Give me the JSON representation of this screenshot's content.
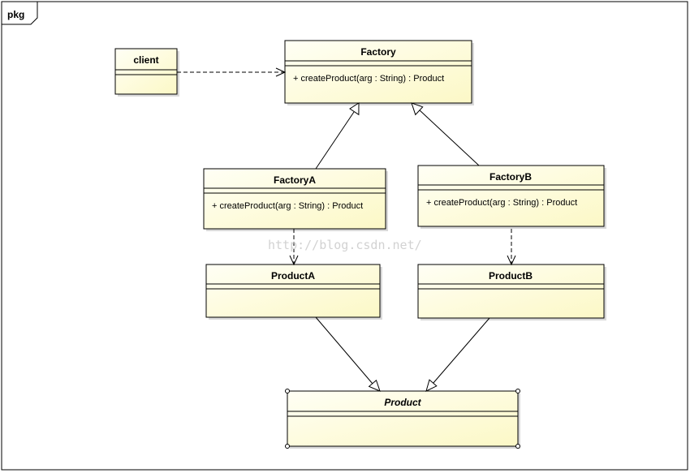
{
  "frame": {
    "label": "pkg"
  },
  "classes": {
    "client": {
      "name": "client",
      "operation": ""
    },
    "factory": {
      "name": "Factory",
      "operation": "+ createProduct(arg : String) : Product"
    },
    "factoryA": {
      "name": "FactoryA",
      "operation": "+ createProduct(arg : String) : Product"
    },
    "factoryB": {
      "name": "FactoryB",
      "operation": "+ createProduct(arg : String) : Product"
    },
    "productA": {
      "name": "ProductA",
      "operation": ""
    },
    "productB": {
      "name": "ProductB",
      "operation": ""
    },
    "product": {
      "name": "Product",
      "operation": "",
      "abstract": true
    }
  },
  "relations": [
    {
      "from": "client",
      "to": "Factory",
      "kind": "dependency"
    },
    {
      "from": "FactoryA",
      "to": "Factory",
      "kind": "generalization"
    },
    {
      "from": "FactoryB",
      "to": "Factory",
      "kind": "generalization"
    },
    {
      "from": "FactoryA",
      "to": "ProductA",
      "kind": "dependency"
    },
    {
      "from": "FactoryB",
      "to": "ProductB",
      "kind": "dependency"
    },
    {
      "from": "ProductA",
      "to": "Product",
      "kind": "generalization"
    },
    {
      "from": "ProductB",
      "to": "Product",
      "kind": "generalization"
    }
  ],
  "watermark": "http://blog.csdn.net/",
  "colors": {
    "class_fill_light": "#fffff5",
    "class_fill_dark": "#fcf8c6",
    "shadow": "#d9d9d9",
    "line": "#000000"
  }
}
